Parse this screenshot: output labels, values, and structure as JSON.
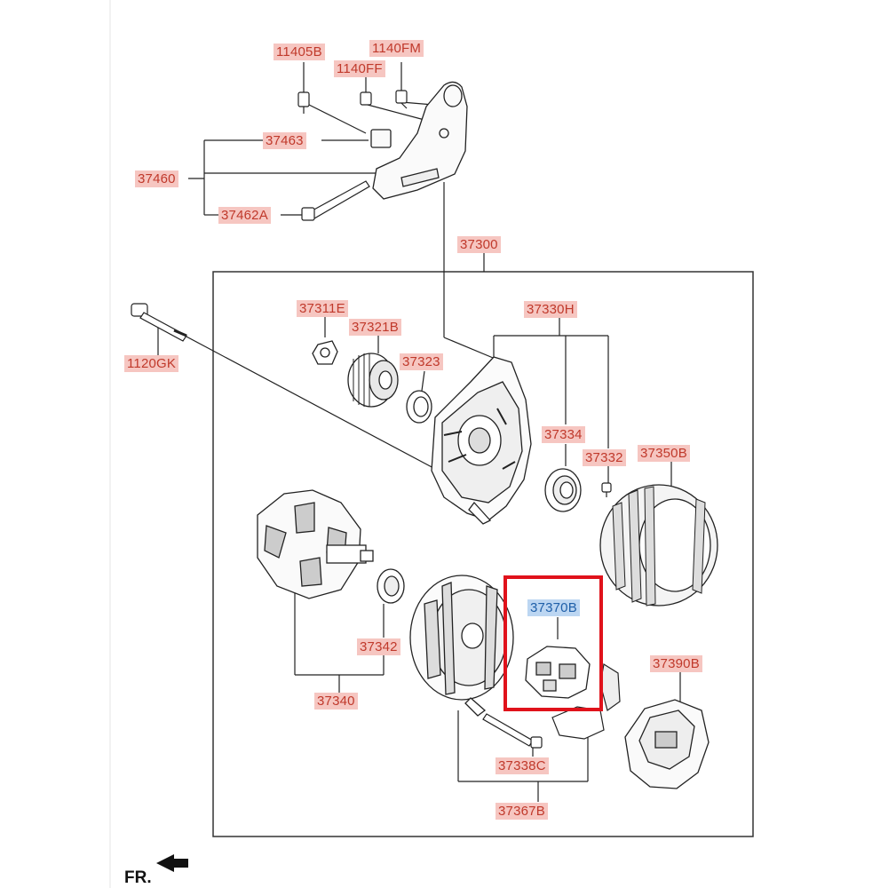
{
  "parts": {
    "p11405B": "11405B",
    "p1140FM": "1140FM",
    "p1140FF": "1140FF",
    "p37463": "37463",
    "p37460": "37460",
    "p37462A": "37462A",
    "p37300": "37300",
    "p37311E": "37311E",
    "p37321B": "37321B",
    "p37323": "37323",
    "p37330H": "37330H",
    "p1120GK": "1120GK",
    "p37334": "37334",
    "p37332": "37332",
    "p37350B": "37350B",
    "p37370B": "37370B",
    "p37390B": "37390B",
    "p37342": "37342",
    "p37340": "37340",
    "p37338C": "37338C",
    "p37367B": "37367B"
  },
  "selected_part": "37370B",
  "front_marker": "FR.",
  "colors": {
    "label_fill": "#f6c6c1",
    "label_text": "#c0392b",
    "selected_fill": "#bcd6f2",
    "highlight_border": "#e0121b",
    "line": "#222222"
  }
}
